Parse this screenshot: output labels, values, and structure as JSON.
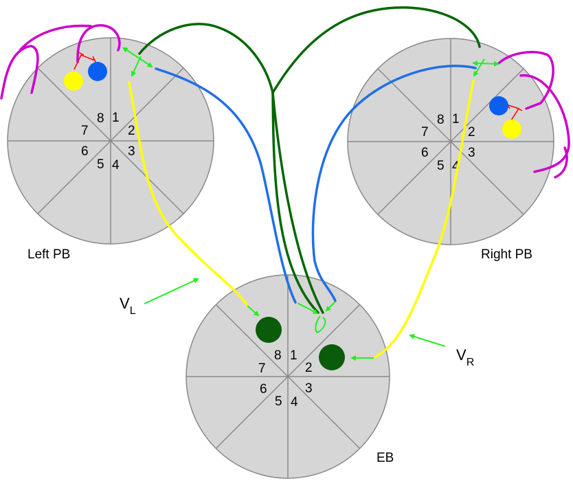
{
  "regions": {
    "left_pb": {
      "label": "Left PB"
    },
    "right_pb": {
      "label": "Right PB"
    },
    "eb": {
      "label": "EB"
    }
  },
  "segment_numbers": [
    "1",
    "2",
    "3",
    "4",
    "5",
    "6",
    "7",
    "8"
  ],
  "velocity_labels": {
    "left": {
      "main": "V",
      "sub": "L"
    },
    "right": {
      "main": "V",
      "sub": "R"
    }
  },
  "colors": {
    "disk_fill": "#d6d6d6",
    "disk_stroke": "#888888",
    "divider": "#888888",
    "magenta": "#cc00cc",
    "dark_green": "#006600",
    "blue": "#1f6fe8",
    "yellow": "#ffff00",
    "bright_green": "#22ee22",
    "red": "#ff0000",
    "cell_blue": "#0a5ff0",
    "cell_yellow": "#ffff00",
    "eb_dot": "#0a5c0a"
  }
}
